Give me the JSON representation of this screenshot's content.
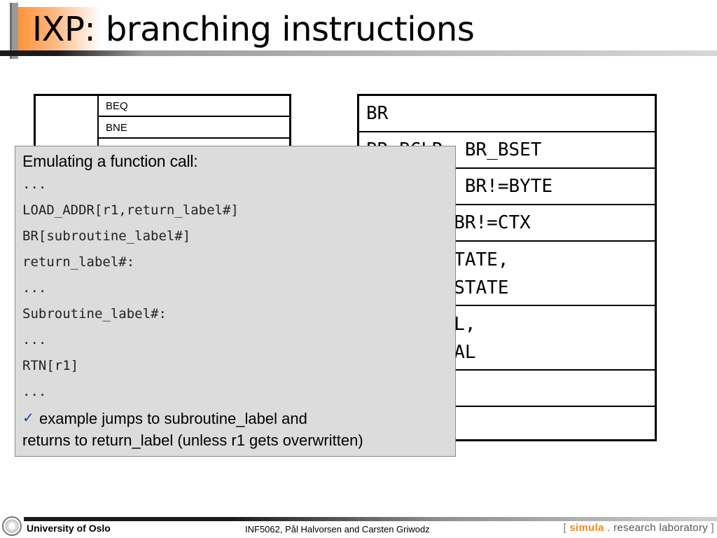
{
  "slide": {
    "title": "IXP: branching instructions"
  },
  "left_table": {
    "rows": [
      "BEQ",
      "BNE"
    ]
  },
  "right_table": {
    "rows": [
      "BR",
      "BR=BCLR, BR_BSET",
      "BR=BYTE, BR!=BYTE",
      "BR=CTX, BR!=CTX",
      "BR=INP_STATE,\nBR!=INP_STATE",
      "BR=SIGNAL,\nBR!=SIGNAL",
      "",
      ""
    ]
  },
  "overlay": {
    "heading": "Emulating a function call:",
    "code": [
      "...",
      "LOAD_ADDR[r1,return_label#]",
      "BR[subroutine_label#]",
      "return_label#:",
      "...",
      "Subroutine_label#:",
      "...",
      "RTN[r1]",
      "..."
    ],
    "note_line1": "example jumps to subroutine_label and",
    "note_line2": "returns to return_label (unless r1 gets overwritten)"
  },
  "footer": {
    "university": "University of Oslo",
    "course": "INF5062, Pål Halvorsen and Carsten Griwodz",
    "brand_open": "[ ",
    "brand_name": "simula",
    "brand_rest": " . research laboratory ",
    "brand_close": "]"
  },
  "colors": {
    "accent_orange": "#ff8c2a",
    "check_blue": "#1f3fa8",
    "overlay_bg": "#dcdcdc"
  }
}
